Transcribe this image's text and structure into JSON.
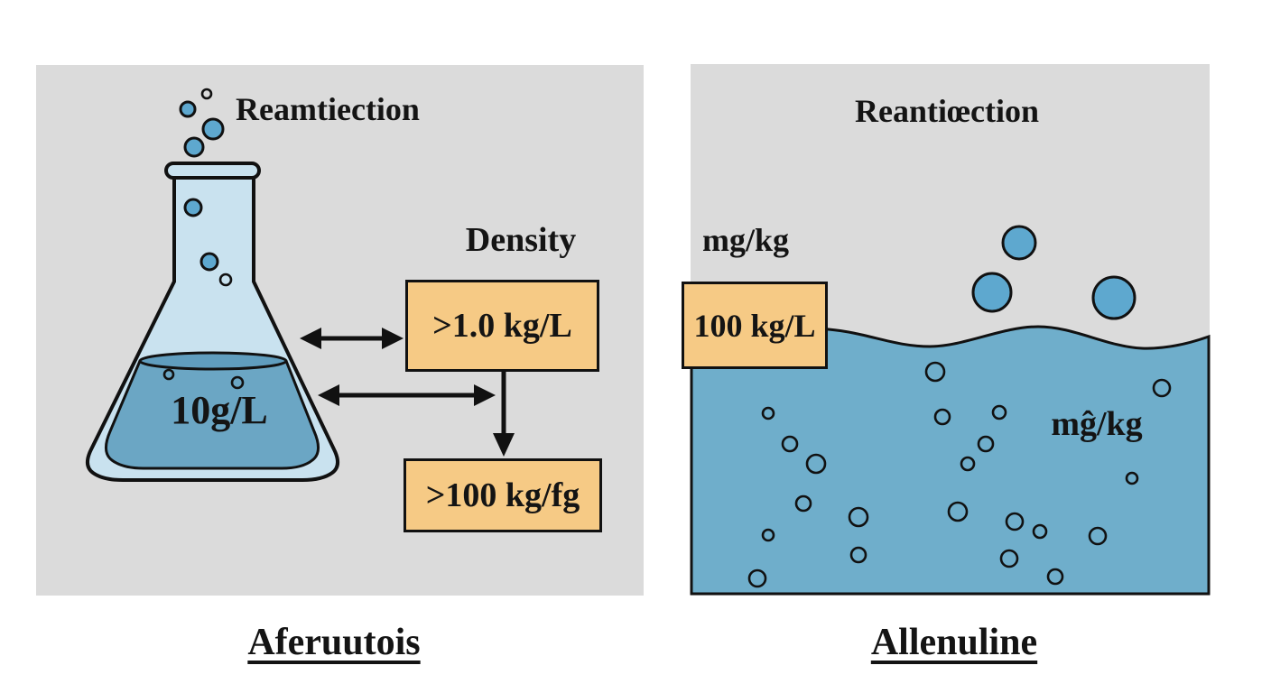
{
  "left_panel": {
    "title": "Reamtiection",
    "density_label": "Density",
    "flask_concentration": "10g/L",
    "density_box_1": ">1.0 kg/L",
    "density_box_2": ">100 kg/fg",
    "caption": "Aferuutois"
  },
  "right_panel": {
    "title": "Reantiœction",
    "unit_label_top": "mg/kg",
    "concentration_box": "100 kg/L",
    "unit_label_water": "mĝ/kg",
    "caption": "Allenuline"
  },
  "colors": {
    "background": "#ffffff",
    "panel_gray": "#dbdbdb",
    "water_blue": "#6faecb",
    "bubble_blue": "#5ea8cf",
    "flask_glass": "#c9e2ef",
    "flask_liquid": "#6ba6c4",
    "surface_blue": "#609dbe",
    "box_orange": "#f6ca85",
    "outline_black": "#141414"
  }
}
